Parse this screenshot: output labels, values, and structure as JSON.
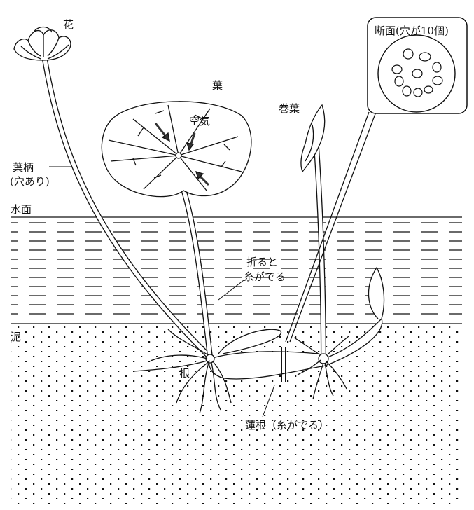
{
  "labels": {
    "flower": "花",
    "leaf": "葉",
    "air": "空気",
    "rolled_leaf": "巻葉",
    "cross_section": "断面(穴が10個)",
    "petiole": "葉柄",
    "petiole_note": "(穴あり)",
    "water_surface": "水面",
    "break_note_1": "折ると",
    "break_note_2": "糸がでる",
    "mud": "泥",
    "root": "根",
    "lotus_root": "蓮根（糸がでる）"
  },
  "cross_section_hole_count": 10,
  "colors": {
    "ink": "#111111",
    "background": "#ffffff"
  }
}
